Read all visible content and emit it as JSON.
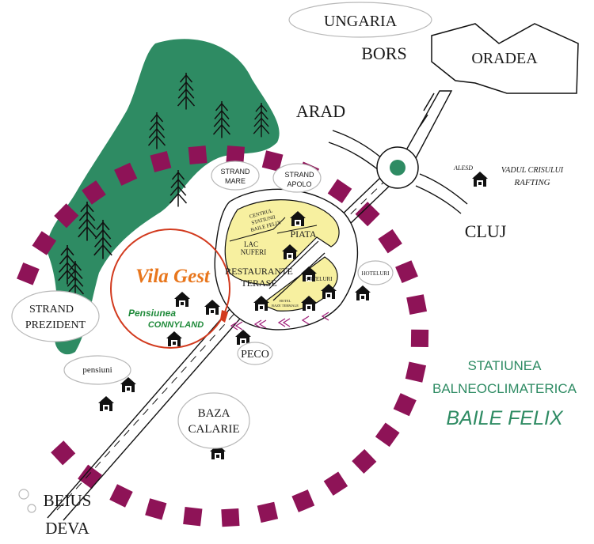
{
  "colors": {
    "forest": "#2e8b63",
    "tree": "#1a1a1a",
    "ring_dash": "#8e1357",
    "yellow_zone": "#f7f0a0",
    "vila_gest": "#e8761c",
    "connyland": "#1f8a3a",
    "station": "#2e8b63",
    "roundabout": "#2e8b63"
  },
  "places": {
    "ungaria": "UNGARIA",
    "bors": "BORS",
    "oradea": "ORADEA",
    "arad": "ARAD",
    "cluj": "CLUJ",
    "beius": "BEIUS",
    "deva": "DEVA",
    "alesd": "ALESD",
    "vadul_crisului": "VADUL CRISULUI",
    "rafting": "RAFTING"
  },
  "poi": {
    "strand_mare_1": "STRAND",
    "strand_mare_2": "MARE",
    "strand_apolo_1": "STRAND",
    "strand_apolo_2": "APOLO",
    "strand_prezident_1": "STRAND",
    "strand_prezident_2": "PREZIDENT",
    "pensiuni": "pensiuni",
    "baza_calarie_1": "BAZA",
    "baza_calarie_2": "CALARIE",
    "peco": "PECO",
    "hoteluri_right": "HOTELURI"
  },
  "center_zone": {
    "centrul_1": "CENTRUL",
    "centrul_2": "STATIUNII",
    "centrul_3": "BAILE FELIX",
    "piata": "PIATA",
    "lac_nuferi_1": "LAC",
    "lac_nuferi_2": "NUFERI",
    "restaurante": "RESTAURANTE",
    "terase": "TERASE",
    "hoteluri": "HOTELURI",
    "hotel_small_1": "HOTEL",
    "hotel_small_2": "BAZE TERMALE"
  },
  "branding": {
    "vila_gest": "Vila Gest",
    "pensiunea": "Pensiunea",
    "connyland": "CONNYLAND"
  },
  "station": {
    "line1": "STATIUNEA",
    "line2": "BALNEOCLIMATERICA",
    "line3": "BAILE FELIX"
  },
  "icons": [
    "house-icon",
    "tree-icon",
    "roundabout-icon",
    "location-pin-icon",
    "direction-arrow-icon"
  ]
}
